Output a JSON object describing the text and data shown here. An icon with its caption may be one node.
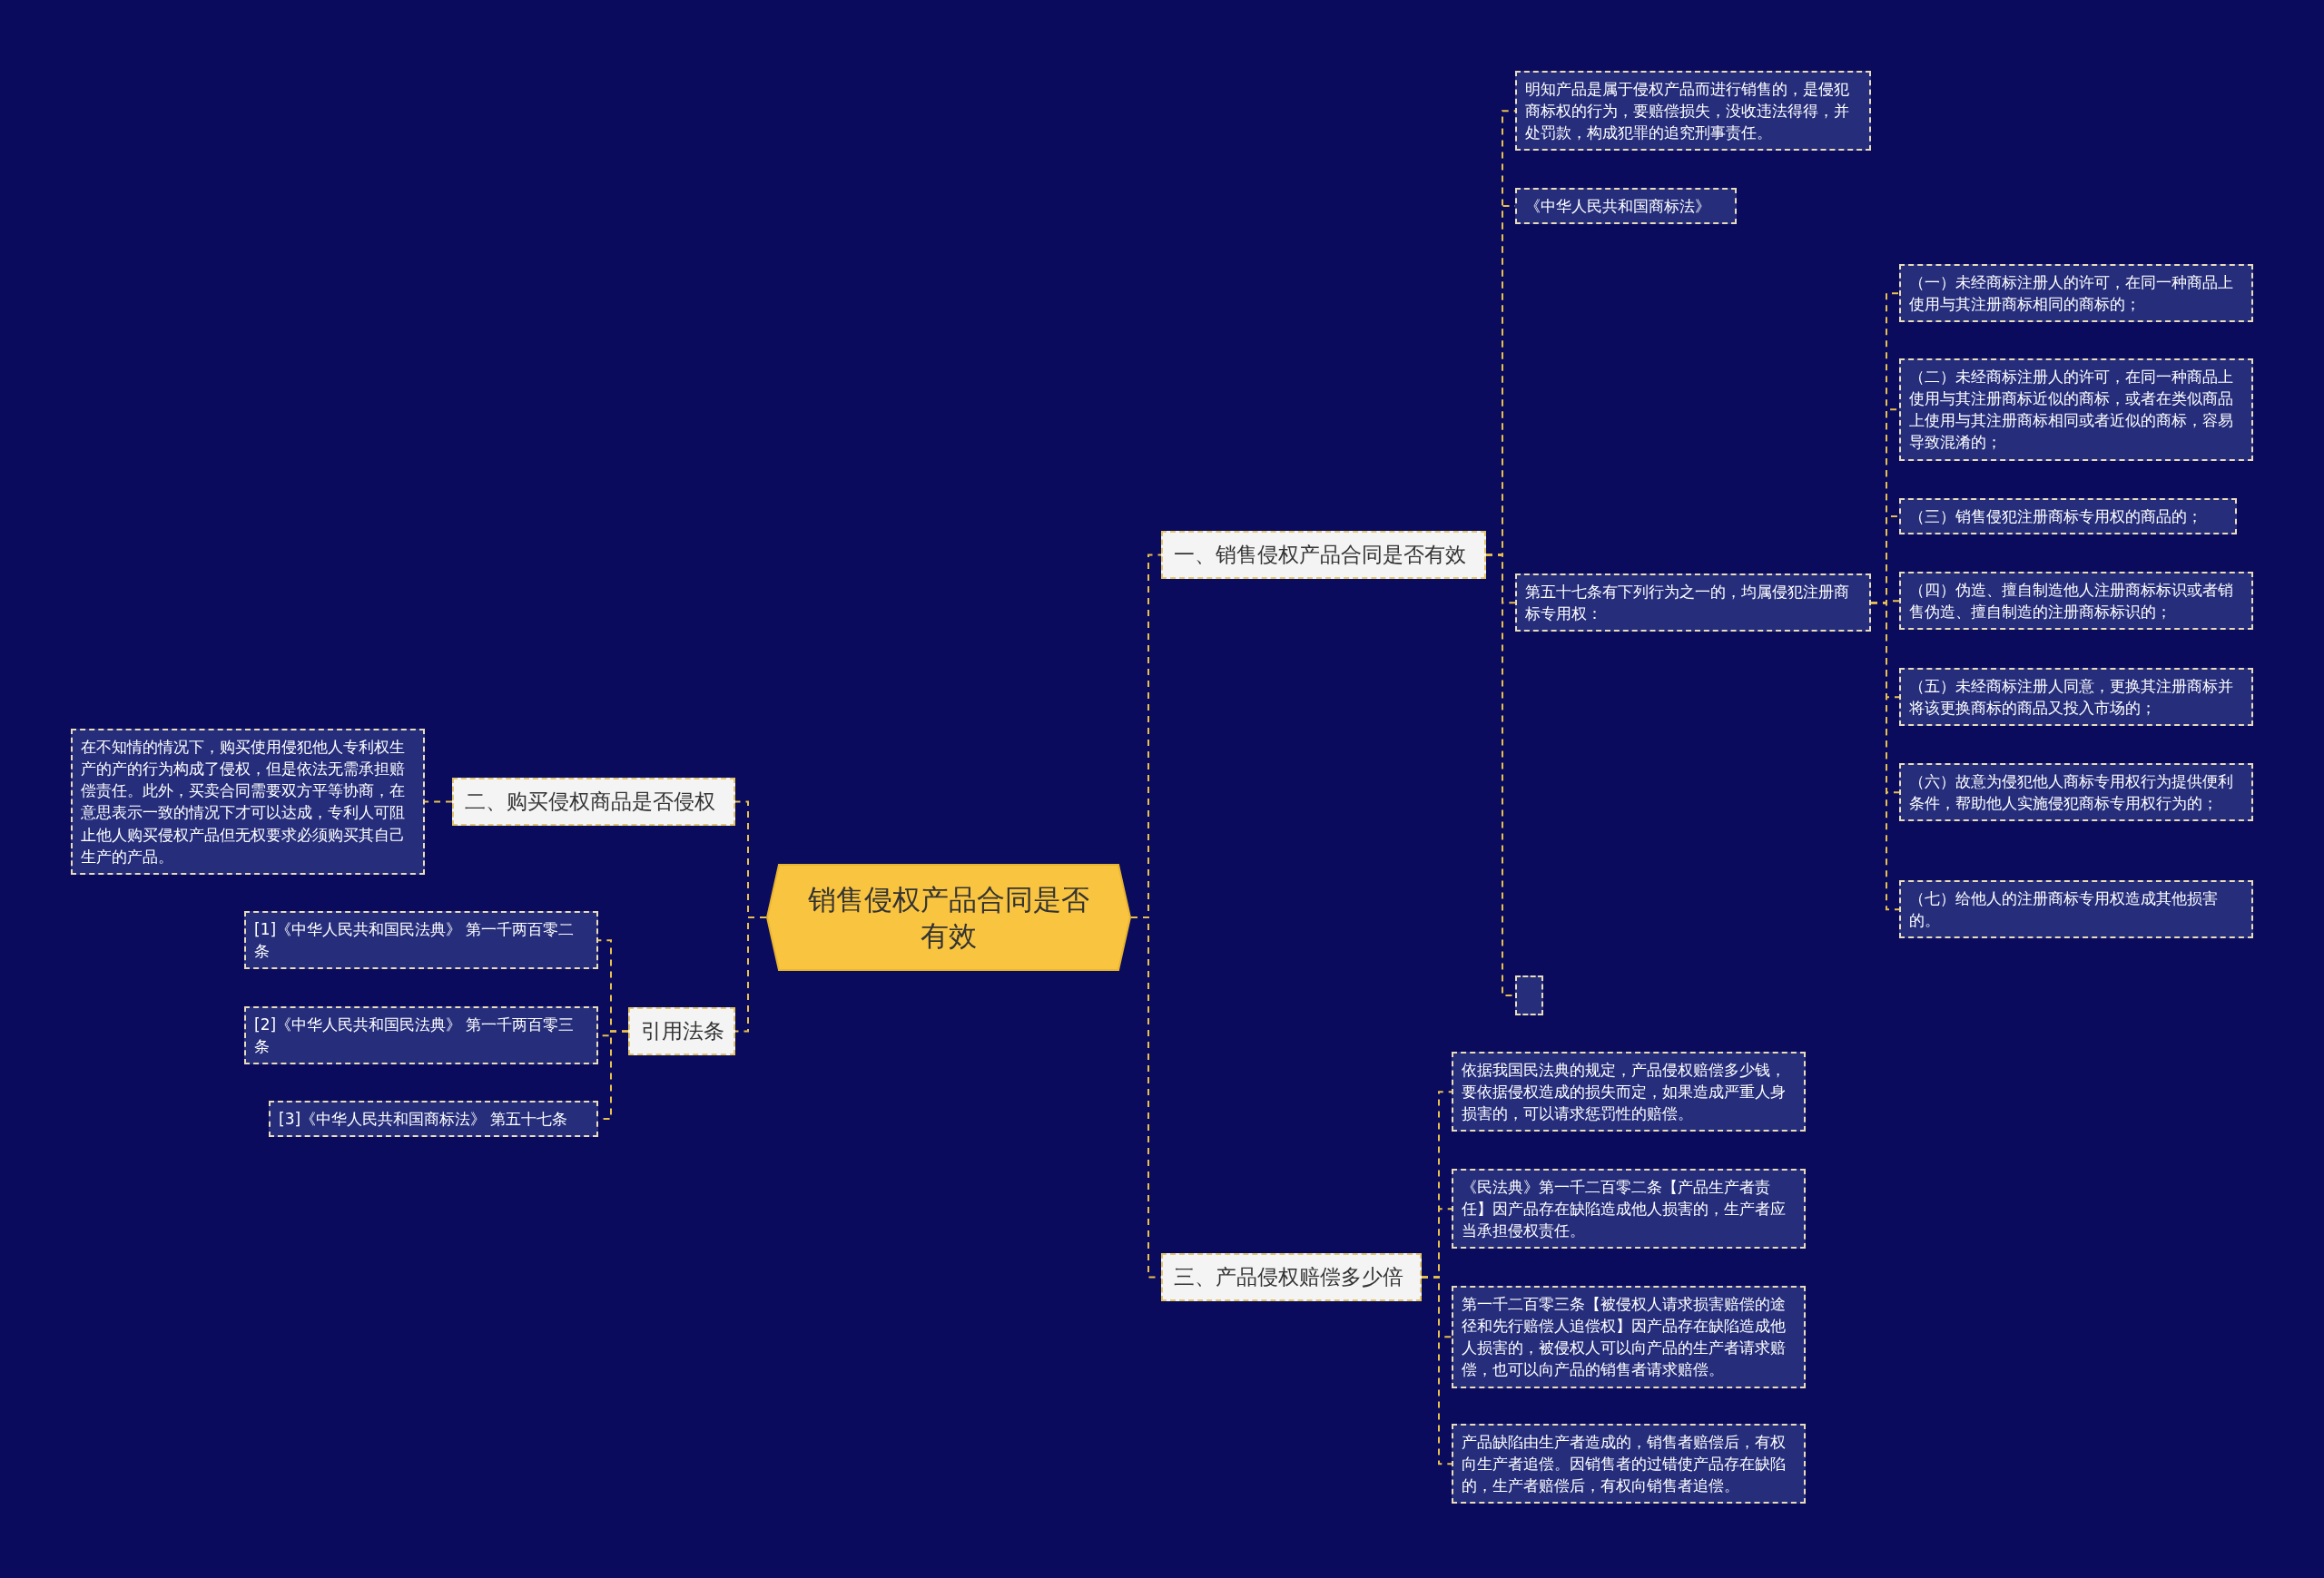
{
  "diagram": {
    "nodes": [
      {
        "text": [
          "销售侵权产品合同是否有效"
        ]
      },
      {
        "text": [
          "一、销售侵权产品合同是否有效"
        ]
      },
      {
        "text": [
          "明知产品是属于侵权产品而进行销售的，是侵犯商标权的行为，要赔偿损失，没收违法得得，并处罚款，构成犯罪的追究刑事责任。"
        ]
      },
      {
        "text": [
          "《中华人民共和国商标法》"
        ]
      },
      {
        "text": [
          "第五十七条有下列行为之一的，均属侵犯注册商标专用权："
        ]
      },
      {
        "text": [
          "（一）未经商标注册人的许可，在同一种商品上使用与其注册商标相同的商标的；"
        ]
      },
      {
        "text": [
          "（二）未经商标注册人的许可，在同一种商品上使用与其注册商标近似的商标，或者在类似商品上使用与其注册商标相同或者近似的商标，容易导致混淆的；"
        ]
      },
      {
        "text": [
          "（三）销售侵犯注册商标专用权的商品的；"
        ]
      },
      {
        "text": [
          "（四）伪造、擅自制造他人注册商标标识或者销售伪造、擅自制造的注册商标标识的；"
        ]
      },
      {
        "text": [
          "（五）未经商标注册人同意，更换其注册商标并将该更换商标的商品又投入市场的；"
        ]
      },
      {
        "text": [
          "（六）故意为侵犯他人商标专用权行为提供便利条件，帮助他人实施侵犯商标专用权行为的；"
        ]
      },
      {
        "text": [
          "（七）给他人的注册商标专用权造成其他损害的。"
        ]
      },
      {
        "text": [],
        "shape": "box"
      },
      {
        "text": [
          "二、购买侵权商品是否侵权"
        ]
      },
      {
        "text": [
          "在不知情的情况下，购买使用侵犯他人专利权生产的产的行为构成了侵权，但是依法无需承担赔偿责任。此外，买卖合同需要双方平等协商，在意思表示一致的情况下才可以达成，专利人可阻止他人购买侵权产品但无权要求必须购买其自己生产的产品。"
        ]
      },
      {
        "text": [
          "引用法条"
        ]
      },
      {
        "text": [
          "[1]《中华人民共和国民法典》 第一千两百零二条"
        ]
      },
      {
        "text": [
          "[2]《中华人民共和国民法典》 第一千两百零三条"
        ]
      },
      {
        "text": [
          "[3]《中华人民共和国商标法》 第五十七条"
        ]
      },
      {
        "text": [
          "三、产品侵权赔偿多少倍"
        ]
      },
      {
        "text": [
          "依据我国民法典的规定，产品侵权赔偿多少钱，要依据侵权造成的损失而定，如果造成严重人身损害的，可以请求惩罚性的赔偿。"
        ]
      },
      {
        "text": [
          "《民法典》第一千二百零二条【产品生产者责任】因产品存在缺陷造成他人损害的，生产者应当承担侵权责任。"
        ]
      },
      {
        "text": [
          "第一千二百零三条【被侵权人请求损害赔偿的途径和先行赔偿人追偿权】因产品存在缺陷造成他人损害的，被侵权人可以向产品的生产者请求赔偿，也可以向产品的销售者请求赔偿。"
        ]
      },
      {
        "text": [
          "产品缺陷由生产者造成的，销售者赔偿后，有权向生产者追偿。因销售者的过错使产品存在缺陷的，生产者赔偿后，有权向销售者追偿。"
        ]
      }
    ],
    "edges": [
      {
        "from": 0,
        "to": 1,
        "arrow": "none"
      },
      {
        "from": 1,
        "to": 2,
        "arrow": "none"
      },
      {
        "from": 1,
        "to": 3,
        "arrow": "none"
      },
      {
        "from": 1,
        "to": 4,
        "arrow": "none"
      },
      {
        "from": 4,
        "to": 5,
        "arrow": "none"
      },
      {
        "from": 4,
        "to": 6,
        "arrow": "none"
      },
      {
        "from": 4,
        "to": 7,
        "arrow": "none"
      },
      {
        "from": 4,
        "to": 8,
        "arrow": "none"
      },
      {
        "from": 4,
        "to": 9,
        "arrow": "none"
      },
      {
        "from": 4,
        "to": 10,
        "arrow": "none"
      },
      {
        "from": 4,
        "to": 11,
        "arrow": "none"
      },
      {
        "from": 1,
        "to": 12,
        "arrow": "none"
      },
      {
        "from": 0,
        "to": 13,
        "arrow": "none"
      },
      {
        "from": 13,
        "to": 14,
        "arrow": "none"
      },
      {
        "from": 0,
        "to": 15,
        "arrow": "none"
      },
      {
        "from": 15,
        "to": 16,
        "arrow": "none"
      },
      {
        "from": 15,
        "to": 17,
        "arrow": "none"
      },
      {
        "from": 15,
        "to": 18,
        "arrow": "none"
      },
      {
        "from": 0,
        "to": 19,
        "arrow": "none"
      },
      {
        "from": 19,
        "to": 20,
        "arrow": "none"
      },
      {
        "from": 19,
        "to": 21,
        "arrow": "none"
      },
      {
        "from": 19,
        "to": 22,
        "arrow": "none"
      },
      {
        "from": 19,
        "to": 23,
        "arrow": "none"
      }
    ]
  }
}
